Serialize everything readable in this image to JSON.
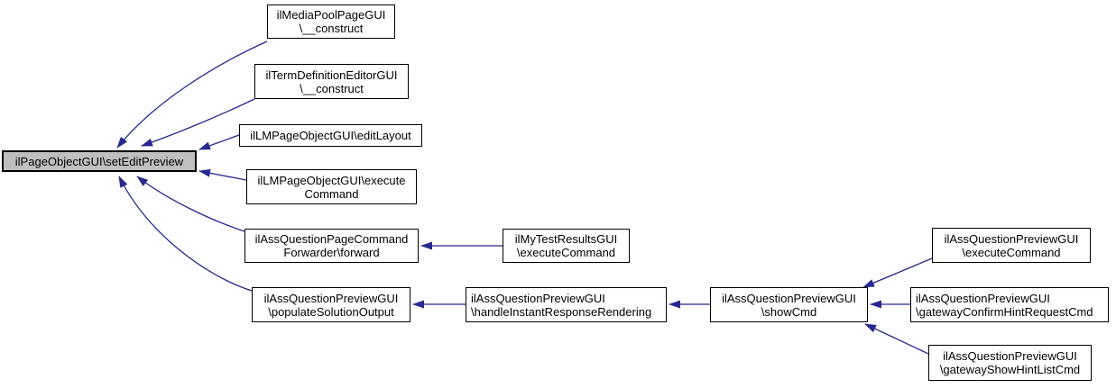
{
  "diagram": {
    "type": "caller-graph",
    "colors": {
      "edge_color": "#28288e",
      "border_color": "#000000",
      "text_color": "#000000",
      "highlight_fill": "#bfbfbf",
      "background": "#ffffff"
    },
    "nodes": [
      {
        "id": "setEditPreview",
        "label": "ilPageObjectGUI\\setEditPreview",
        "highlighted": true
      },
      {
        "id": "mediaPoolPageConstruct",
        "label": "ilMediaPoolPageGUI\n\\__construct"
      },
      {
        "id": "termDefinitionEditorConstruct",
        "label": "ilTermDefinitionEditorGUI\n\\__construct"
      },
      {
        "id": "lmPageObjectEditLayout",
        "label": "ilLMPageObjectGUI\\editLayout"
      },
      {
        "id": "lmPageObjectExecuteCommand",
        "label": "ilLMPageObjectGUI\\execute\nCommand"
      },
      {
        "id": "pageCommandForwarderForward",
        "label": "ilAssQuestionPageCommand\nForwarder\\forward"
      },
      {
        "id": "previewPopulateSolutionOutput",
        "label": "ilAssQuestionPreviewGUI\n\\populateSolutionOutput"
      },
      {
        "id": "myTestResultsExecuteCommand",
        "label": "ilMyTestResultsGUI\n\\executeCommand"
      },
      {
        "id": "previewHandleInstantResponseRendering",
        "label": "ilAssQuestionPreviewGUI\n\\handleInstantResponseRendering"
      },
      {
        "id": "previewShowCmd",
        "label": "ilAssQuestionPreviewGUI\n\\showCmd"
      },
      {
        "id": "previewExecuteCommand",
        "label": "ilAssQuestionPreviewGUI\n\\executeCommand"
      },
      {
        "id": "previewGatewayConfirmHintRequestCmd",
        "label": "ilAssQuestionPreviewGUI\n\\gatewayConfirmHintRequestCmd"
      },
      {
        "id": "previewGatewayShowHintListCmd",
        "label": "ilAssQuestionPreviewGUI\n\\gatewayShowHintListCmd"
      }
    ],
    "edges": [
      {
        "from": "mediaPoolPageConstruct",
        "to": "setEditPreview"
      },
      {
        "from": "termDefinitionEditorConstruct",
        "to": "setEditPreview"
      },
      {
        "from": "lmPageObjectEditLayout",
        "to": "setEditPreview"
      },
      {
        "from": "lmPageObjectExecuteCommand",
        "to": "setEditPreview"
      },
      {
        "from": "pageCommandForwarderForward",
        "to": "setEditPreview"
      },
      {
        "from": "previewPopulateSolutionOutput",
        "to": "setEditPreview"
      },
      {
        "from": "myTestResultsExecuteCommand",
        "to": "pageCommandForwarderForward"
      },
      {
        "from": "previewHandleInstantResponseRendering",
        "to": "previewPopulateSolutionOutput"
      },
      {
        "from": "previewShowCmd",
        "to": "previewHandleInstantResponseRendering"
      },
      {
        "from": "previewExecuteCommand",
        "to": "previewShowCmd"
      },
      {
        "from": "previewGatewayConfirmHintRequestCmd",
        "to": "previewShowCmd"
      },
      {
        "from": "previewGatewayShowHintListCmd",
        "to": "previewShowCmd"
      }
    ]
  }
}
